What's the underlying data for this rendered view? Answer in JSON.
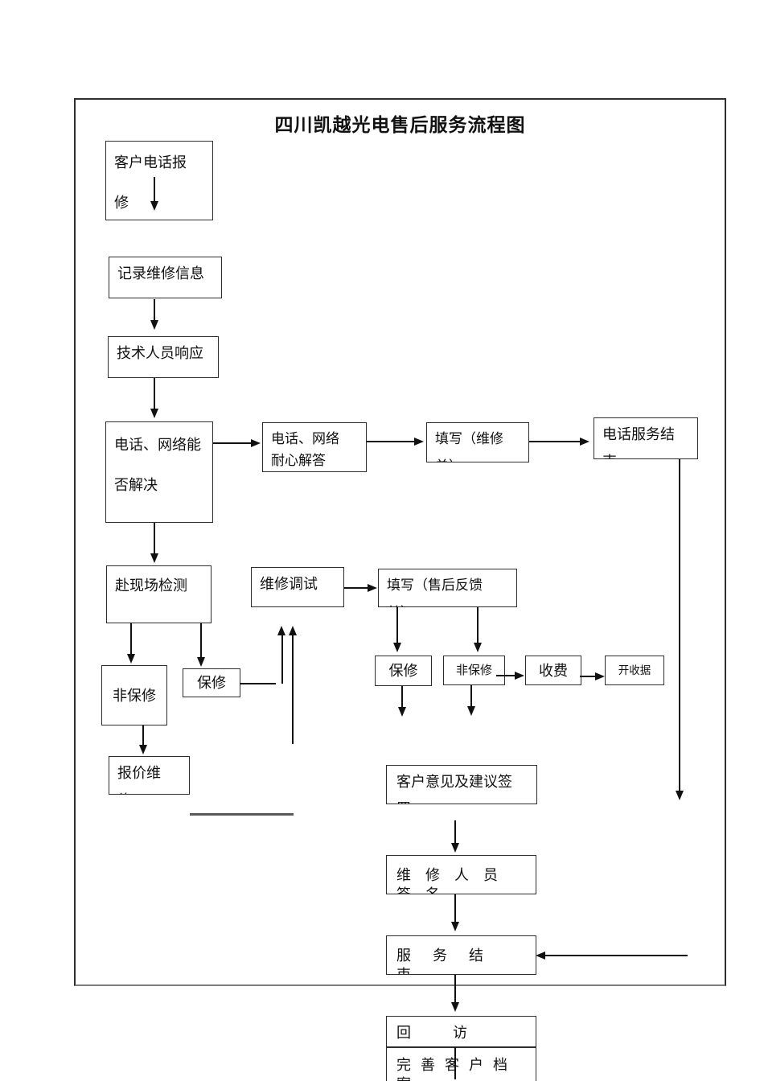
{
  "title": "四川凯越光电售后服务流程图",
  "nodes": {
    "customer_call": {
      "line1": "客户电话报",
      "line2": "修"
    },
    "record_info": {
      "label": "记录维修信息"
    },
    "tech_response": {
      "label": "技术人员响应"
    },
    "phone_network": {
      "line1": "电话、网络能",
      "line2": "否解决"
    },
    "phone_answer": {
      "line1": "电话、网络",
      "line2": "耐心解答"
    },
    "fill_repair_form": {
      "line1": "填写（维修",
      "line2": "单）"
    },
    "phone_service_end": {
      "line1": "电话服务结",
      "line2": "束"
    },
    "onsite_check": {
      "label": "赴现场检测"
    },
    "repair_debug": {
      "label": "维修调试"
    },
    "fill_feedback_form": {
      "line1": "填写（售后反馈",
      "line2": "单）"
    },
    "non_warranty_left": {
      "label": "非保修"
    },
    "warranty_left": {
      "label": "保修"
    },
    "warranty_right": {
      "label": "保修"
    },
    "non_warranty_right": {
      "label": "非保修"
    },
    "charge": {
      "label": "收费"
    },
    "receipt": {
      "label": "开收据"
    },
    "quote_repair": {
      "line1": "报价维",
      "line2": "修"
    },
    "customer_opinion": {
      "line1": "客户意见及建议签",
      "line2": "署"
    },
    "staff_signature": {
      "label": "维修人员签名"
    },
    "service_end": {
      "label": "服务结束"
    },
    "follow_up": {
      "label": "回访"
    },
    "improve_archive": {
      "label": "完善客户档案"
    }
  },
  "colors": {
    "line": "#111111",
    "box_border": "#2d2d2d",
    "outer_border": "#2f2f2f",
    "gray_divider": "#595959"
  }
}
